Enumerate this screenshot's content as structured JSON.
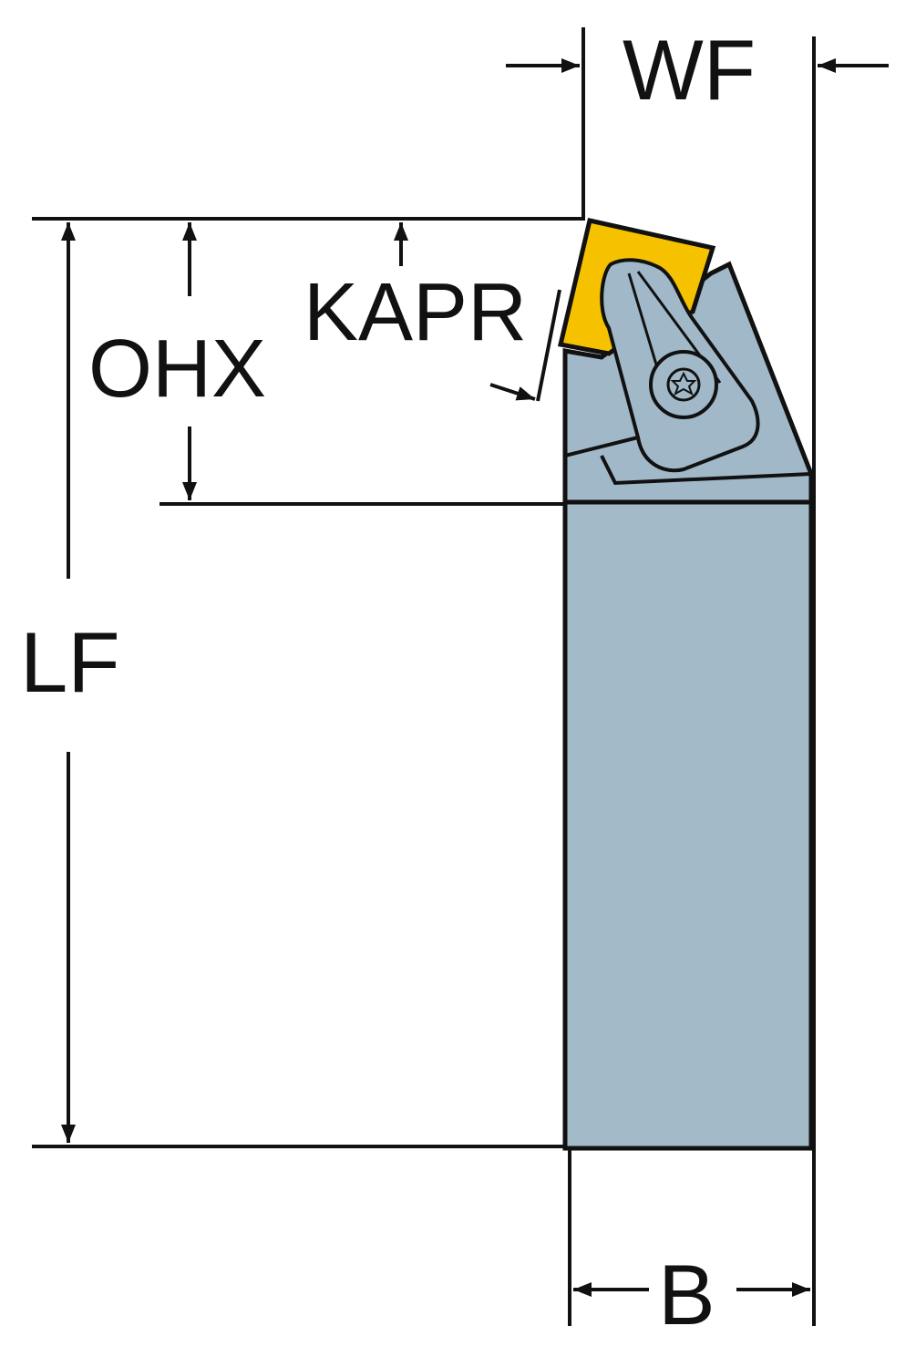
{
  "diagram": {
    "labels": {
      "wf": "WF",
      "kapr": "KAPR",
      "ohx": "OHX",
      "lf": "LF",
      "b": "B"
    },
    "colors": {
      "body": "#a3bac8",
      "head": "#a0b8c7",
      "insert": "#f6c200",
      "line": "#111111"
    }
  }
}
